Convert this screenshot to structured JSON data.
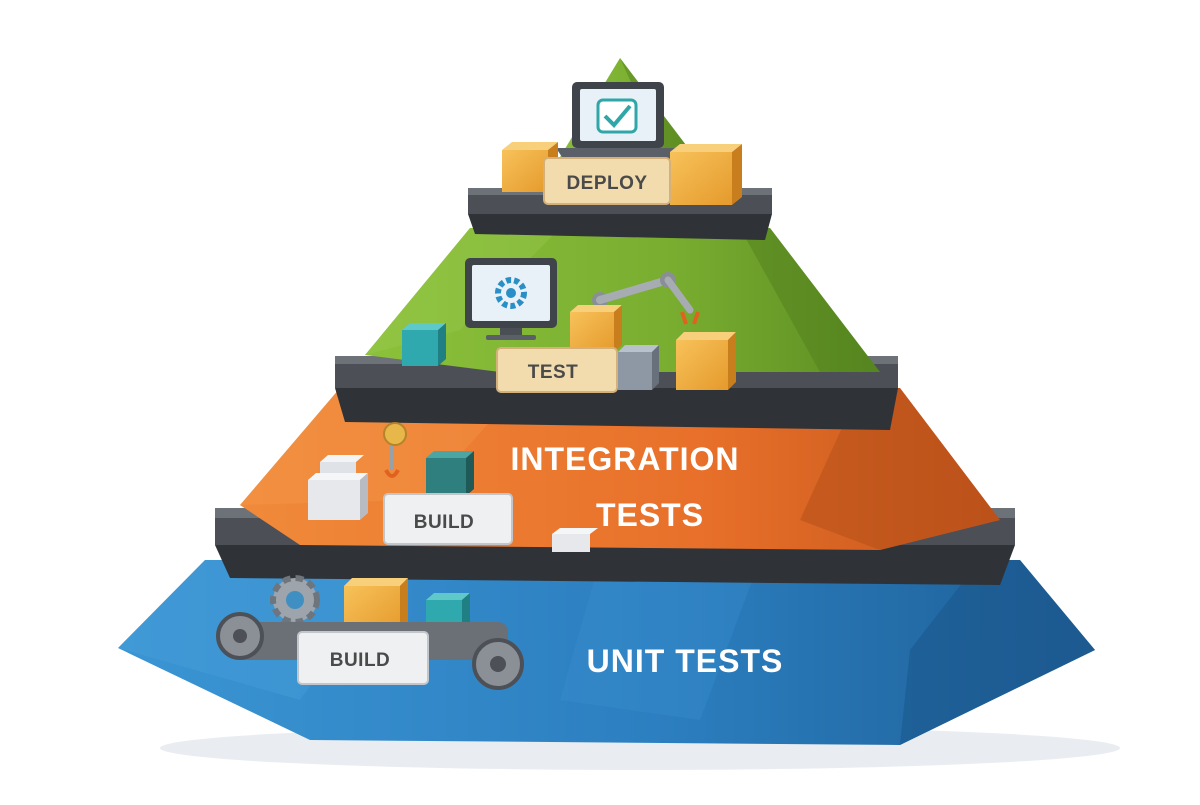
{
  "tiers": {
    "unit": {
      "label": "UNIT TESTS",
      "color": "#2f86c6"
    },
    "integration": {
      "label_line1": "INTEGRATION",
      "label_line2": "TESTS",
      "color": "#e9722c"
    },
    "top": {
      "color": "#7fb534"
    }
  },
  "tags": {
    "unit_build": "BUILD",
    "integration_build": "BUILD",
    "test": "TEST",
    "deploy": "DEPLOY"
  },
  "icons": {
    "deploy_laptop": "checkmark-laptop-icon",
    "test_monitor": "gear-monitor-icon",
    "robot_arm": "robot-arm-icon",
    "crane": "crane-hook-icon",
    "gears": "gear-icon"
  }
}
